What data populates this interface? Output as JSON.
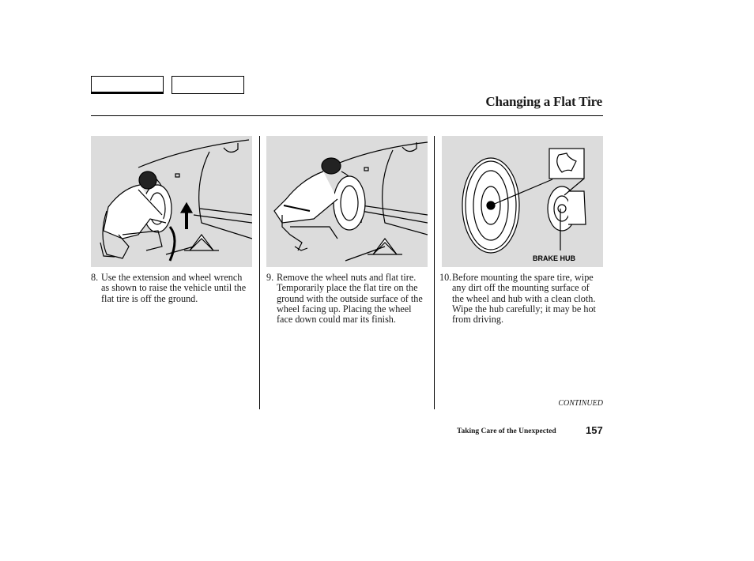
{
  "header": {
    "title": "Changing a Flat Tire"
  },
  "steps": [
    {
      "num": "8.",
      "text": "Use the extension and wheel wrench as shown to raise the vehicle until the flat tire is off the ground."
    },
    {
      "num": "9.",
      "text": "Remove the wheel nuts and flat tire. Temporarily place the flat tire on the ground with the outside surface of the wheel facing up. Placing the wheel face down could mar its finish."
    },
    {
      "num": "10.",
      "text": "Before mounting the spare tire, wipe any dirt off the mounting surface of the wheel and hub with a clean cloth. Wipe the hub carefully; it may be hot from driving."
    }
  ],
  "figure3": {
    "callout": "BRAKE HUB"
  },
  "continued": "CONTINUED",
  "footer": {
    "section": "Taking Care of the Unexpected",
    "page": "157"
  },
  "colors": {
    "figure_bg": "#dcdcdc",
    "ink": "#1a1a1a"
  }
}
